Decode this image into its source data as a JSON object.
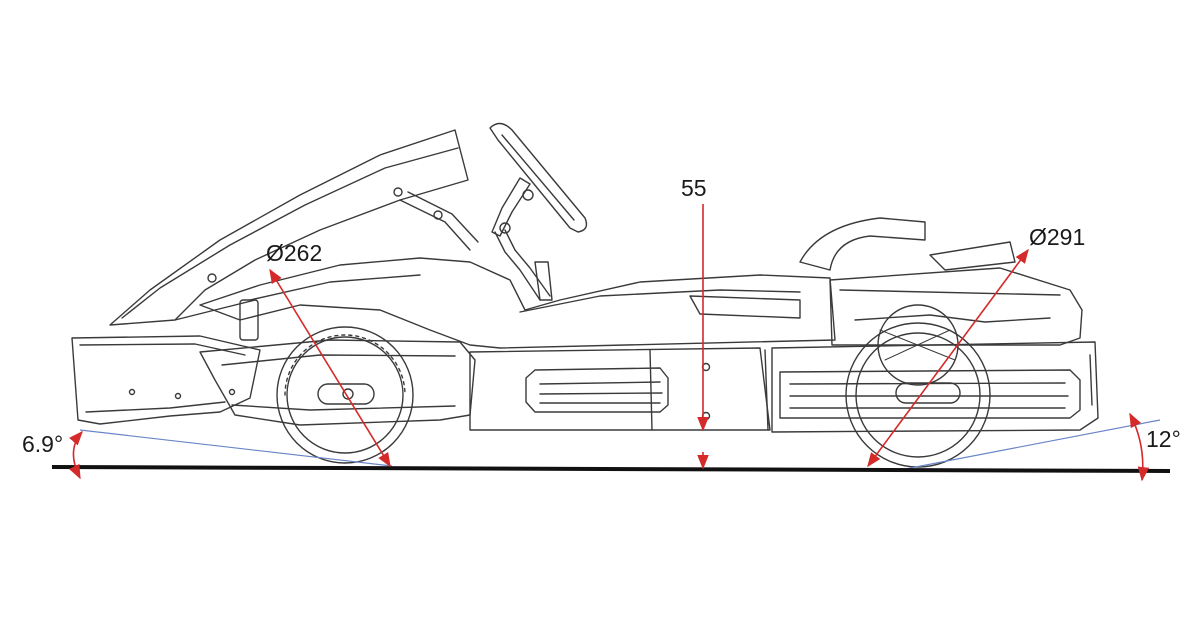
{
  "diagram": {
    "labels": {
      "front_wheel_diameter": "Ø262",
      "ground_clearance": "55",
      "rear_wheel_diameter": "Ø291",
      "front_approach_angle": "6.9°",
      "rear_departure_angle": "12°"
    },
    "colors": {
      "outline": "#3a3a3a",
      "dimension_line": "#d42a2a",
      "reference_line": "#6a86c8",
      "ground_line": "#111111"
    }
  }
}
